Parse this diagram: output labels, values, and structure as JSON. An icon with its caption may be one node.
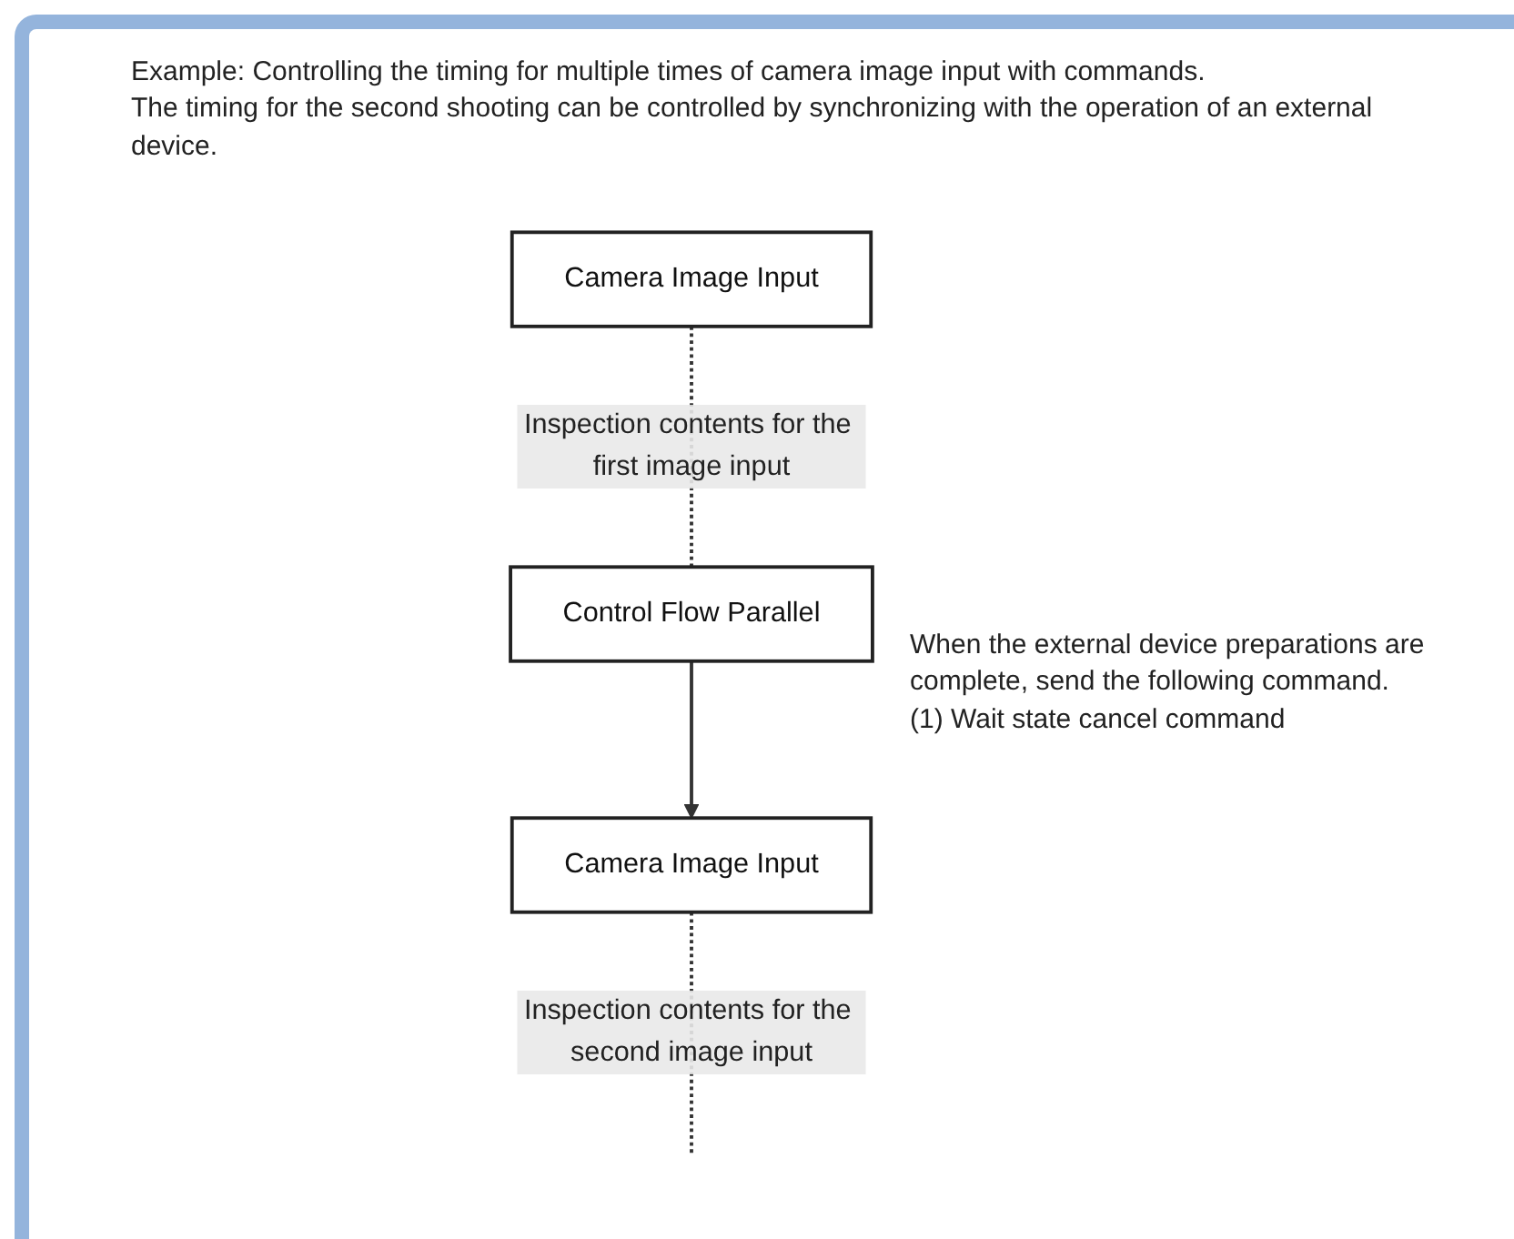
{
  "diagram": {
    "nodes": [
      {
        "text": [
          "Camera Image Input"
        ]
      },
      {
        "text": [
          "Control Flow Parallel"
        ],
        "beside": [
          "When the external device preparations are complete, send the following command.",
          "(1) Wait state cancel command"
        ]
      },
      {
        "text": [
          "Camera Image Input"
        ]
      }
    ],
    "edges": [
      {
        "from": 0,
        "to": 1,
        "arrow": "none",
        "style": "dashed",
        "label": "Inspection contents for the first image input"
      },
      {
        "from": 1,
        "to": 2,
        "arrow": "to"
      },
      {
        "from": 2,
        "to": null,
        "arrow": "none",
        "style": "dashed",
        "label": "Inspection contents for the second image input"
      }
    ],
    "labels": [
      "Example: Controlling the timing for multiple times of camera image input with commands.",
      "The timing for the second shooting can be controlled by synchronizing with the operation of an external device."
    ]
  }
}
